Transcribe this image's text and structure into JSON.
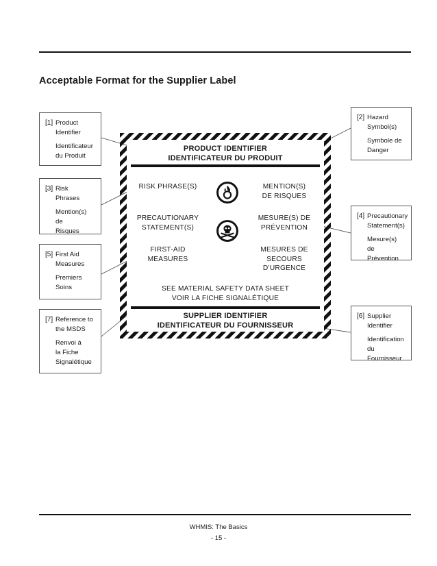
{
  "heading": "Acceptable Format for the Supplier Label",
  "callouts": {
    "c1": {
      "num": "[1]",
      "en": "Product\nIdentifier",
      "fr": "Identificateur\ndu Produit"
    },
    "c2": {
      "num": "[2]",
      "en": "Hazard\nSymbol(s)",
      "fr": "Symbole de\nDanger"
    },
    "c3": {
      "num": "[3]",
      "en": "Risk\nPhrases",
      "fr": "Mention(s) de\nRisques"
    },
    "c4": {
      "num": "[4]",
      "en": "Precautionary\nStatement(s)",
      "fr": "Mesure(s) de\nPrévention"
    },
    "c5": {
      "num": "[5]",
      "en": "First Aid\nMeasures",
      "fr": "Premiers\nSoins"
    },
    "c6": {
      "num": "[6]",
      "en": "Supplier\nIdentifier",
      "fr": "Identification\ndu Fournisseur"
    },
    "c7": {
      "num": "[7]",
      "en": "Reference to\nthe MSDS",
      "fr": "Renvoi à\nla Fiche\nSignalétique"
    }
  },
  "label": {
    "product_identifier": "PRODUCT IDENTIFIER\nIDENTIFICATEUR DU PRODUIT",
    "risk_phrase": "RISK PHRASE(S)",
    "mention_risques": "MENTION(S)\nDE RISQUES",
    "precautionary": "PRECAUTIONARY\nSTATEMENT(S)",
    "mesure_prevention": "MESURE(S) DE\nPRÉVENTION",
    "first_aid": "FIRST-AID\nMEASURES",
    "mesures_secours": "MESURES DE\nSECOURS\nD’URGENCE",
    "see_msds": "SEE MATERIAL SAFETY DATA SHEET\nVOIR LA FICHE SIGNALÉTIQUE",
    "supplier_identifier": "SUPPLIER IDENTIFIER\nIDENTIFICATEUR DU FOURNISSEUR",
    "symbols": [
      "oxidizing-material-icon",
      "poisonous-material-icon"
    ]
  },
  "footer": {
    "document": "WHMIS: The Basics",
    "page": "- 15 -"
  }
}
